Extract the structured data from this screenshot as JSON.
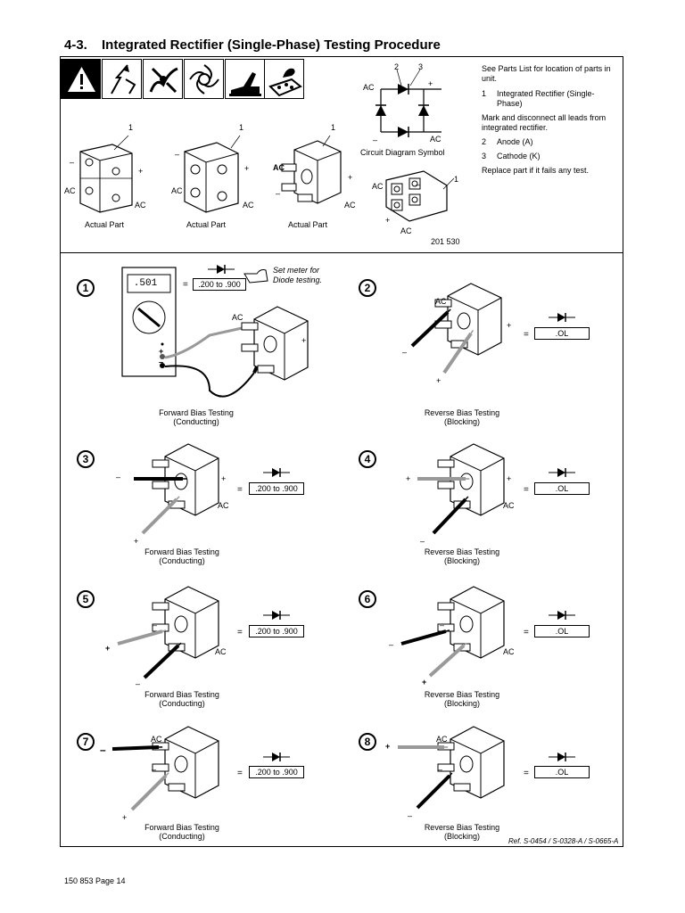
{
  "section": {
    "number": "4-3.",
    "title": "Integrated Rectifier (Single-Phase) Testing Procedure"
  },
  "safety_icons": [
    "warning-triangle-icon",
    "electric-shock-icon",
    "hot-parts-icon",
    "moving-parts-icon",
    "hand-touch-icon",
    "circuit-board-static-icon"
  ],
  "notes": {
    "intro": "See Parts List for location of parts in unit.",
    "items": [
      {
        "n": "1",
        "text": "Integrated Rectifier (Single-Phase)"
      },
      {
        "n": "",
        "text": "Mark and disconnect all leads from integrated rectifier."
      },
      {
        "n": "2",
        "text": "Anode (A)"
      },
      {
        "n": "3",
        "text": "Cathode (K)"
      },
      {
        "n": "",
        "text": "Replace part if it fails any test."
      }
    ]
  },
  "parts": {
    "actual_part_label": "Actual Part",
    "circuit_label": "Circuit Diagram Symbol",
    "callout_1": "1",
    "callout_2": "2",
    "callout_3": "3",
    "ac": "AC",
    "plus": "+",
    "minus": "–",
    "part_number": "201 530"
  },
  "meter": {
    "display": ".501",
    "note": "Set meter for Diode testing.",
    "range": ".200 to .900"
  },
  "tests": [
    {
      "step": "1",
      "caption": "Forward Bias Testing",
      "sub": "(Conducting)",
      "reading": ".200 to .900"
    },
    {
      "step": "2",
      "caption": "Reverse Bias Testing",
      "sub": "(Blocking)",
      "reading": ".OL"
    },
    {
      "step": "3",
      "caption": "Forward Bias Testing",
      "sub": "(Conducting)",
      "reading": ".200 to .900"
    },
    {
      "step": "4",
      "caption": "Reverse Bias Testing",
      "sub": "(Blocking)",
      "reading": ".OL"
    },
    {
      "step": "5",
      "caption": "Forward Bias Testing",
      "sub": "(Conducting)",
      "reading": ".200 to .900"
    },
    {
      "step": "6",
      "caption": "Reverse Bias Testing",
      "sub": "(Blocking)",
      "reading": ".OL"
    },
    {
      "step": "7",
      "caption": "Forward Bias Testing",
      "sub": "(Conducting)",
      "reading": ".200 to .900"
    },
    {
      "step": "8",
      "caption": "Reverse Bias Testing",
      "sub": "(Blocking)",
      "reading": ".OL"
    }
  ],
  "reference": "Ref. S-0454 / S-0328-A / S-0665-A",
  "footer": "150 853 Page 14"
}
